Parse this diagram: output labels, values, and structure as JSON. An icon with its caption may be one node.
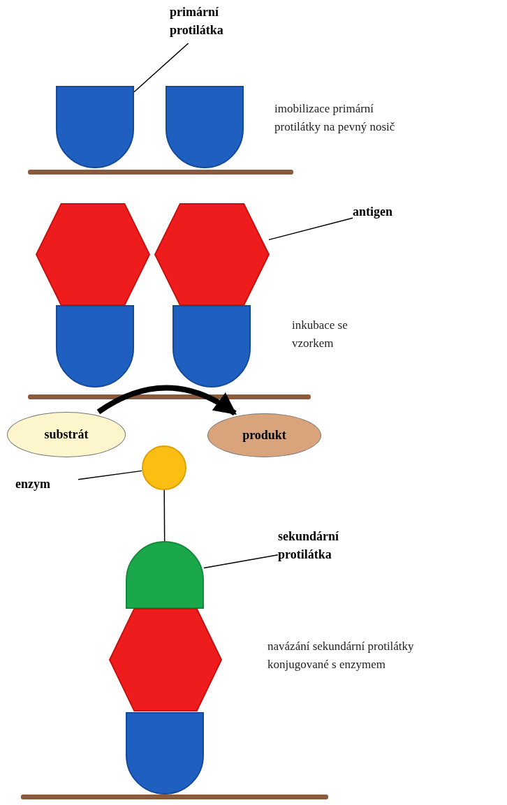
{
  "diagram": {
    "nodes": [
      {
        "text": [
          "primární protilátka"
        ]
      },
      {
        "text": [],
        "shape": "cup"
      },
      {
        "text": [],
        "shape": "cup"
      },
      {
        "text": [],
        "shape": "hexagon"
      },
      {
        "text": [],
        "shape": "hexagon"
      },
      {
        "text": [
          "antigen"
        ]
      },
      {
        "text": [],
        "shape": "cup"
      },
      {
        "text": [],
        "shape": "cup"
      },
      {
        "text": [
          "substrát"
        ]
      },
      {
        "text": [
          "produkt"
        ]
      },
      {
        "text": [],
        "shape": "circle"
      },
      {
        "text": [
          "enzym"
        ]
      },
      {
        "text": [
          "sekundární protilátka"
        ]
      },
      {
        "text": [],
        "shape": "dome"
      },
      {
        "text": [],
        "shape": "hexagon"
      },
      {
        "text": [],
        "shape": "cup"
      }
    ],
    "edges": [
      {
        "from": 0,
        "to": 1,
        "arrow": "none"
      },
      {
        "from": 5,
        "to": 4,
        "arrow": "none"
      },
      {
        "from": 8,
        "to": 9,
        "arrow": "to",
        "style": "thick"
      },
      {
        "from": 11,
        "to": 10,
        "arrow": "none"
      },
      {
        "from": 10,
        "to": 13,
        "arrow": "none"
      },
      {
        "from": 12,
        "to": 13,
        "arrow": "none"
      }
    ],
    "labels": [
      "imobilizace primární protilátky na pevný nosič",
      "inkubace se vzorkem",
      "navázání sekundární protilátky konjugované s enzymem"
    ]
  }
}
